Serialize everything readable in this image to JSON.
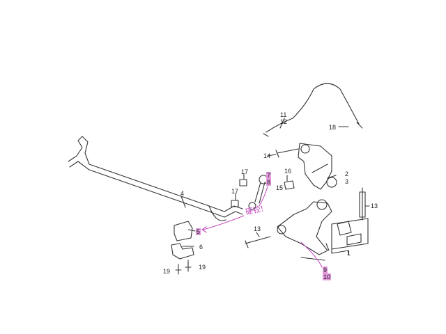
{
  "labels": {
    "p11": "11",
    "p12": "12",
    "p18": "18",
    "p14": "14",
    "p17a": "17",
    "p7": "7",
    "p8": "8",
    "p16": "16",
    "p15": "15",
    "p2": "2",
    "p3": "3",
    "p17b": "17",
    "p4": "4",
    "p13a": "13",
    "p5": "5",
    "p13b": "13",
    "p6": "6",
    "p19a": "19",
    "p19b": "19",
    "p9": "9",
    "p10": "10",
    "p1": "1"
  },
  "annotation": "硬铰!",
  "colors": {
    "highlight": "#e59ae0",
    "annotation": "#c64fc2",
    "line": "#333333"
  }
}
